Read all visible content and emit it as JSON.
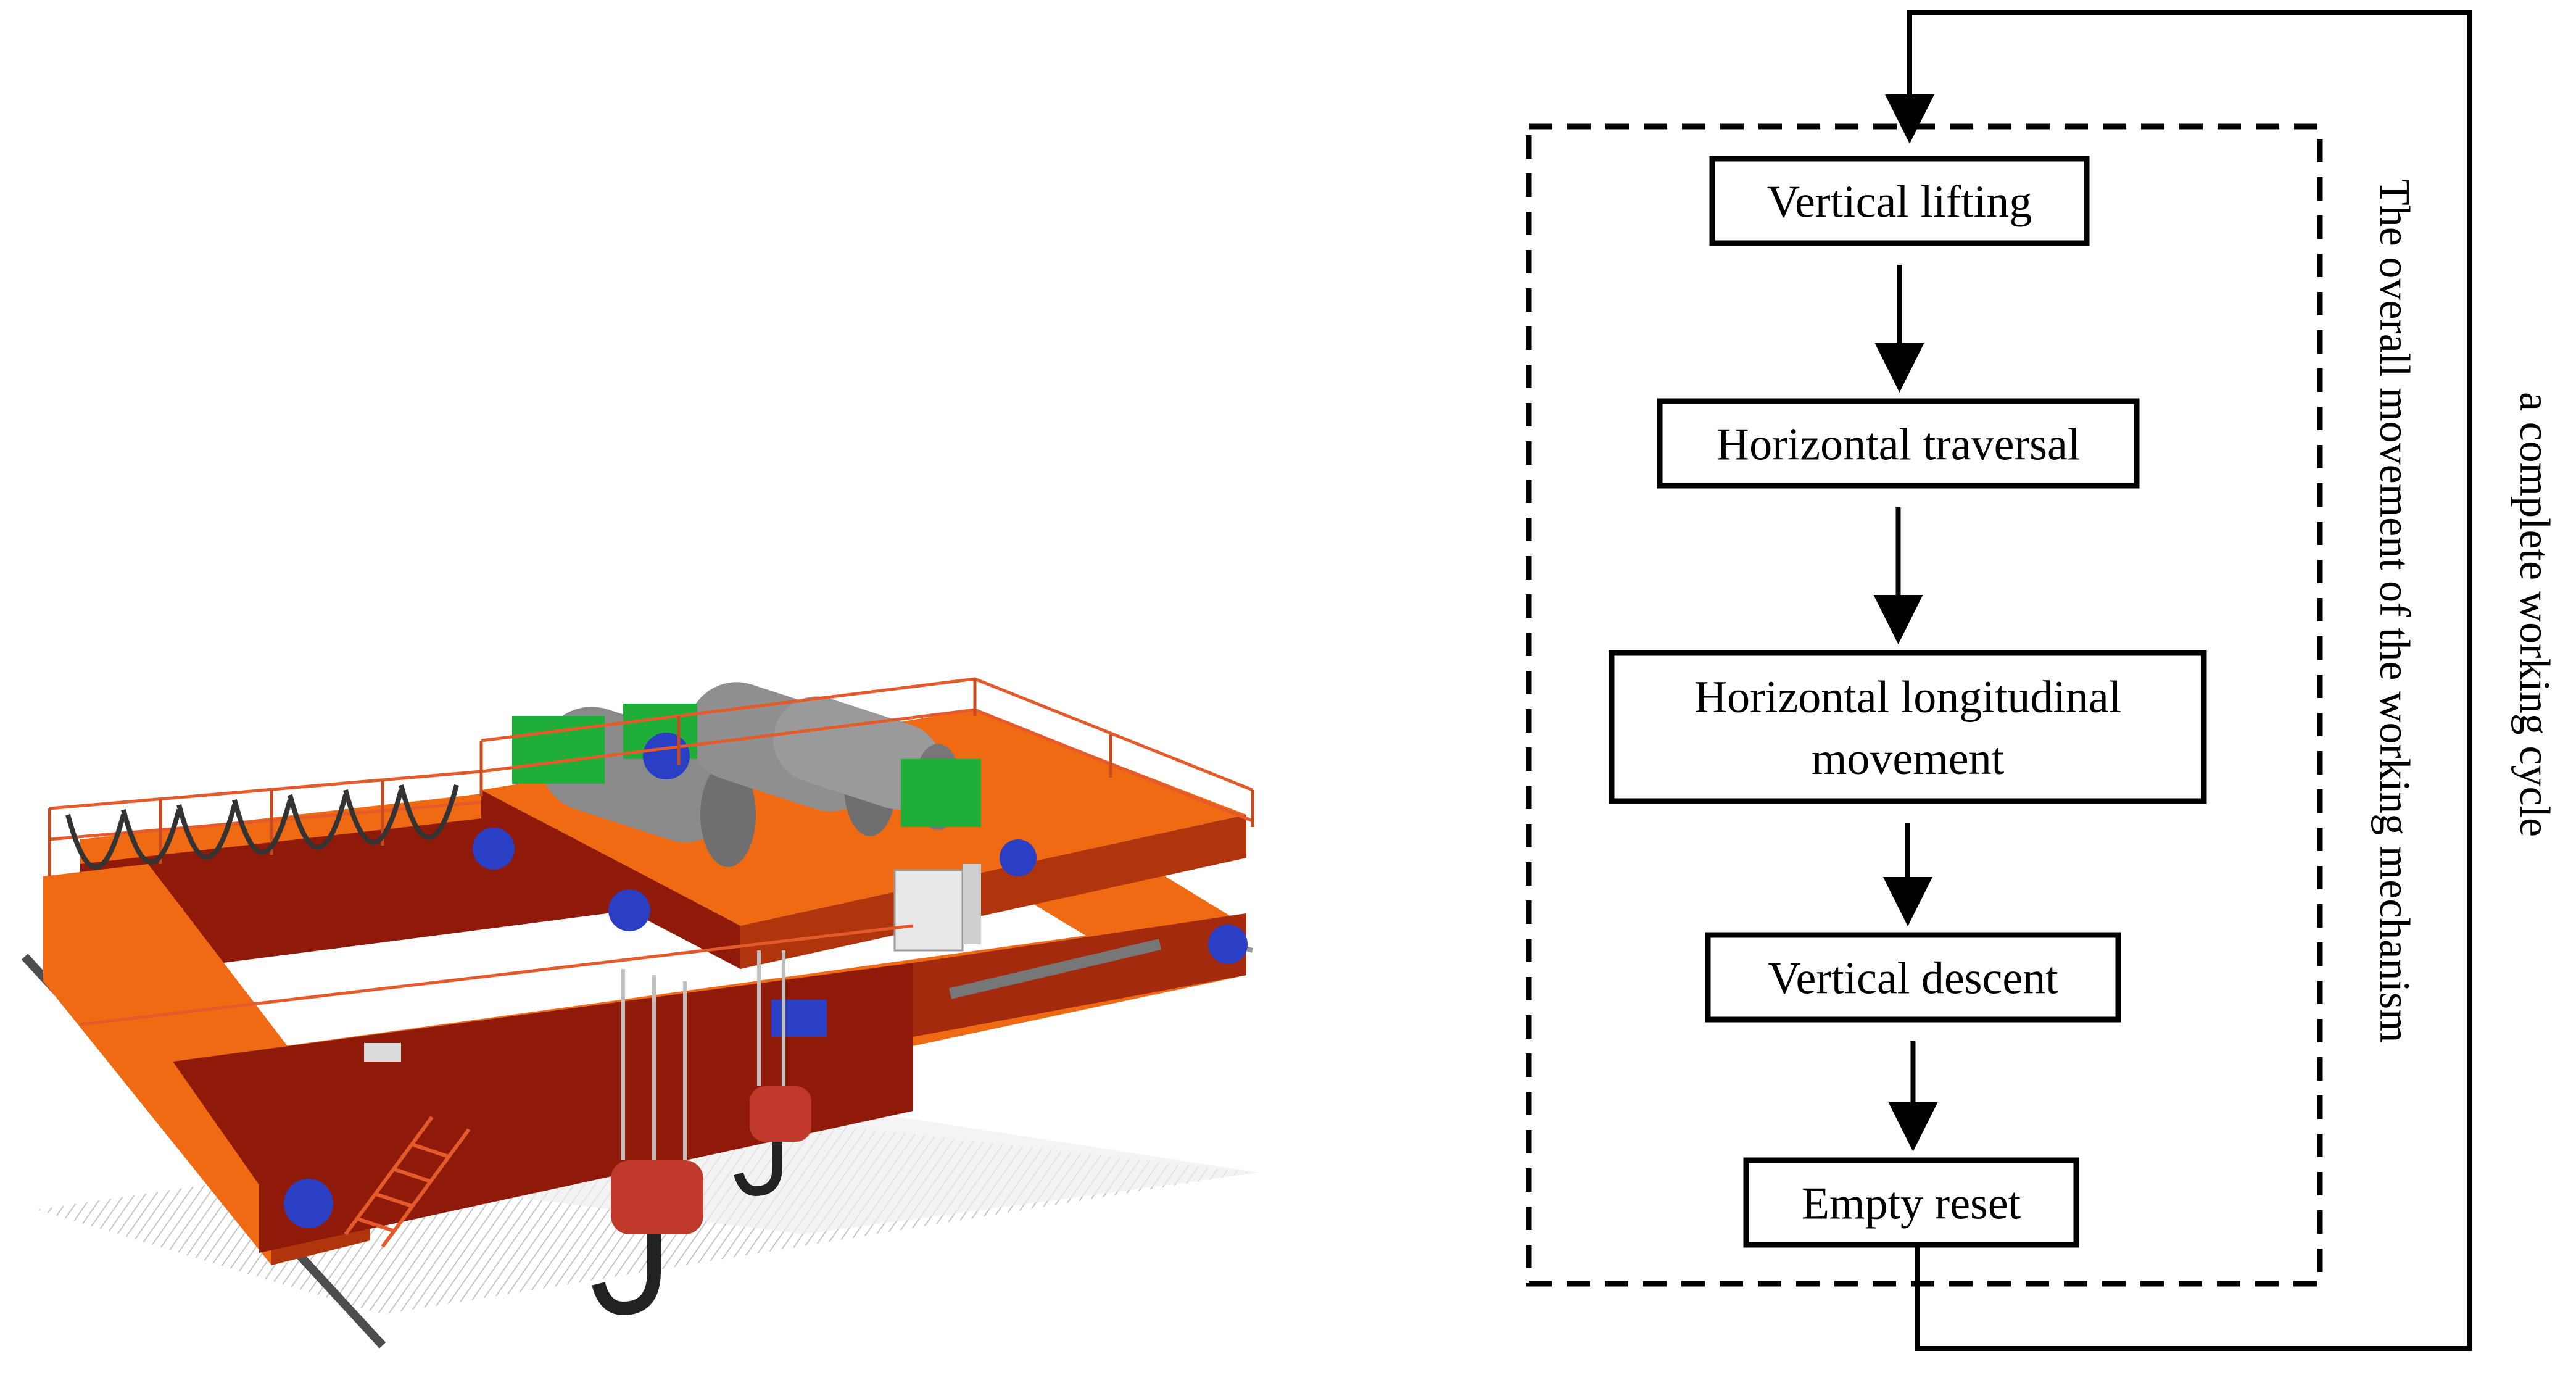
{
  "illustration": {
    "subject": "overhead bridge crane"
  },
  "flowchart": {
    "steps": [
      {
        "id": "vertical-lifting",
        "lines": [
          "Vertical lifting"
        ]
      },
      {
        "id": "horizontal-traversal",
        "lines": [
          "Horizontal traversal"
        ]
      },
      {
        "id": "horizontal-longitudinal-movement",
        "lines": [
          "Horizontal longitudinal",
          "movement"
        ]
      },
      {
        "id": "vertical-descent",
        "lines": [
          "Vertical descent"
        ]
      },
      {
        "id": "empty-reset",
        "lines": [
          "Empty reset"
        ]
      }
    ],
    "inner_group_label": "The overall movement of the working mechanism",
    "outer_loop_label": "a complete working cycle"
  },
  "colors": {
    "crane_orange": "#f06a14",
    "crane_red": "#8f1a0a",
    "drum_gray": "#8a8a8a",
    "gear_green": "#1fae3a",
    "motor_blue": "#2a3fc4",
    "line": "#000000"
  }
}
